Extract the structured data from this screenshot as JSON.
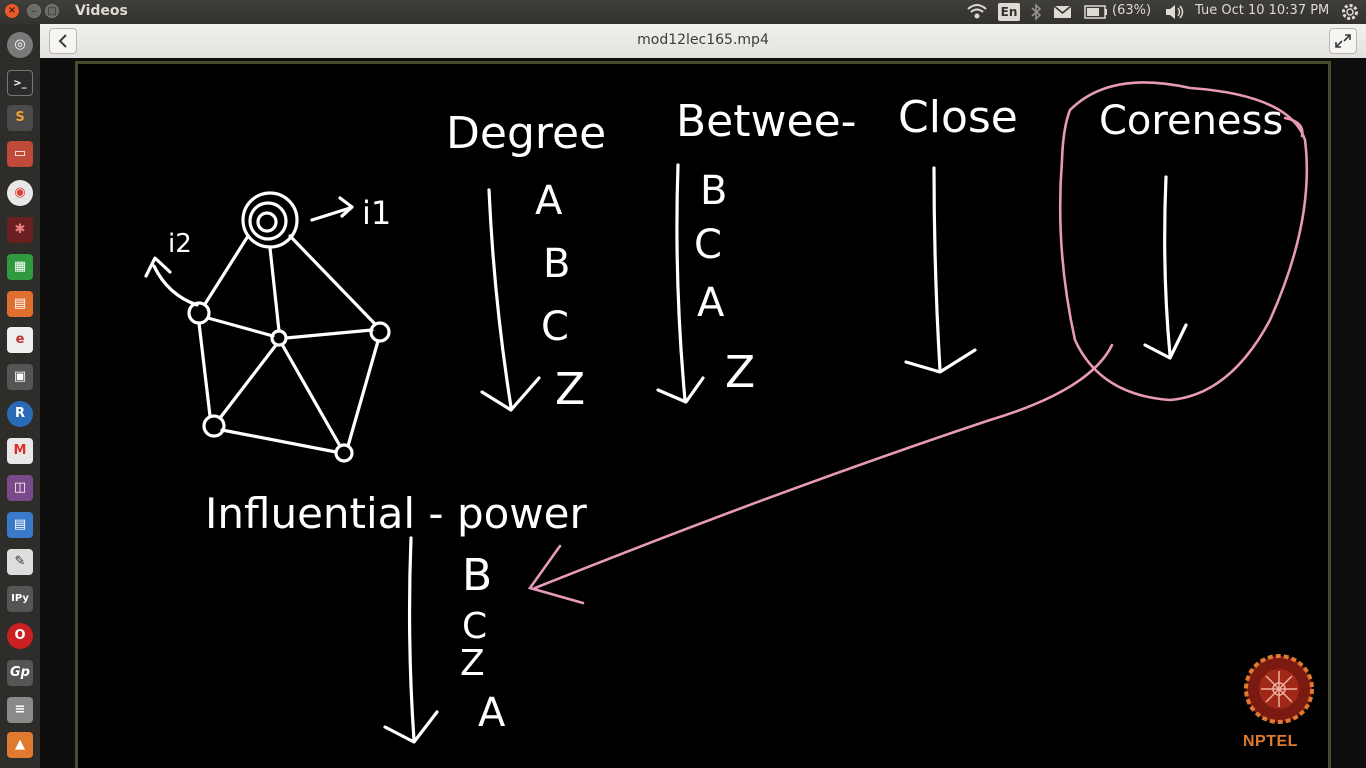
{
  "window": {
    "app_title": "Videos",
    "close_glyph": "×",
    "min_glyph": "–",
    "max_glyph": "□"
  },
  "tray": {
    "language": "En",
    "battery": "(63%)",
    "datetime": "Tue Oct 10 10:37 PM"
  },
  "header": {
    "video_title": "mod12lec165.mp4"
  },
  "launcher": {
    "items": [
      "dash",
      "terminal",
      "sublime-text",
      "files",
      "chrome",
      "settings",
      "calc",
      "impress",
      "evince",
      "video-editor",
      "r",
      "gmail",
      "media",
      "writer",
      "text-editor",
      "ipython",
      "opera",
      "gnu-gp",
      "stack"
    ]
  },
  "board": {
    "headings": [
      "Degree",
      "Betwee-",
      "Close",
      "Coreness"
    ],
    "degree_list": [
      "A",
      "B",
      "C",
      "Z"
    ],
    "betweenness_list": [
      "B",
      "C",
      "A",
      "Z"
    ],
    "influential_title": "Influential - power",
    "influential_list": [
      "B",
      "C",
      "Z",
      "A"
    ],
    "node_labels": [
      "i2",
      "i1"
    ],
    "logo_text": "NPTEL"
  },
  "colors": {
    "chalk": "#ffffff",
    "highlight": "#e69ab8",
    "nptel": "#e07a2e"
  }
}
